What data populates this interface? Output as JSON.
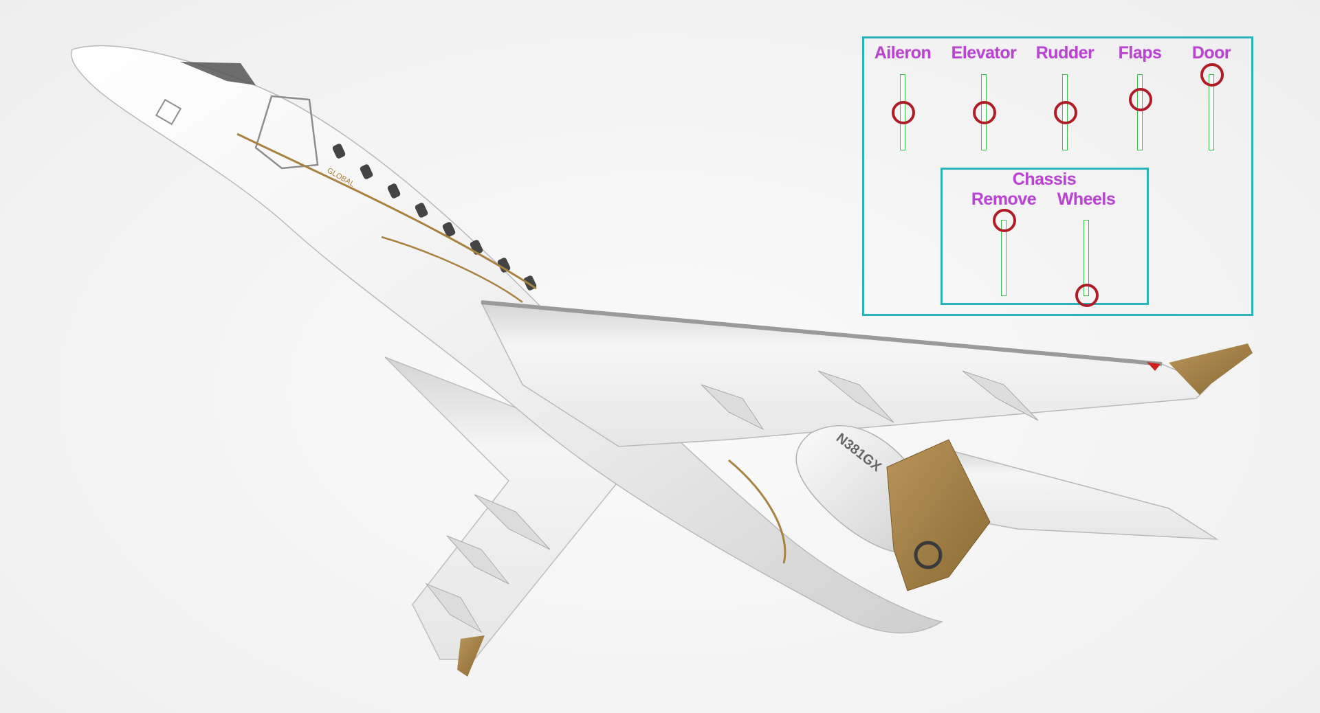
{
  "scene": {
    "background": "#f2f2f2",
    "aircraft": {
      "registration": "N381GX",
      "fuselage_text": "GLOBAL",
      "accent_color": "#a8823e",
      "body_color": "#f3f3f3"
    }
  },
  "controls": {
    "panel_border_color": "#2bb3b9",
    "label_color": "#b845cf",
    "track_color": "#3cbf4a",
    "knob_color": "#b01c26",
    "sliders": [
      {
        "id": "aileron",
        "label": "Aileron",
        "value": 0.5
      },
      {
        "id": "elevator",
        "label": "Elevator",
        "value": 0.5
      },
      {
        "id": "rudder",
        "label": "Rudder",
        "value": 0.5
      },
      {
        "id": "flaps",
        "label": "Flaps",
        "value": 0.33
      },
      {
        "id": "door",
        "label": "Door",
        "value": 0.0
      }
    ],
    "chassis": {
      "title": "Chassis",
      "sliders": [
        {
          "id": "remove",
          "label": "Remove",
          "value": 0.0
        },
        {
          "id": "wheels",
          "label": "Wheels",
          "value": 1.0
        }
      ]
    }
  }
}
